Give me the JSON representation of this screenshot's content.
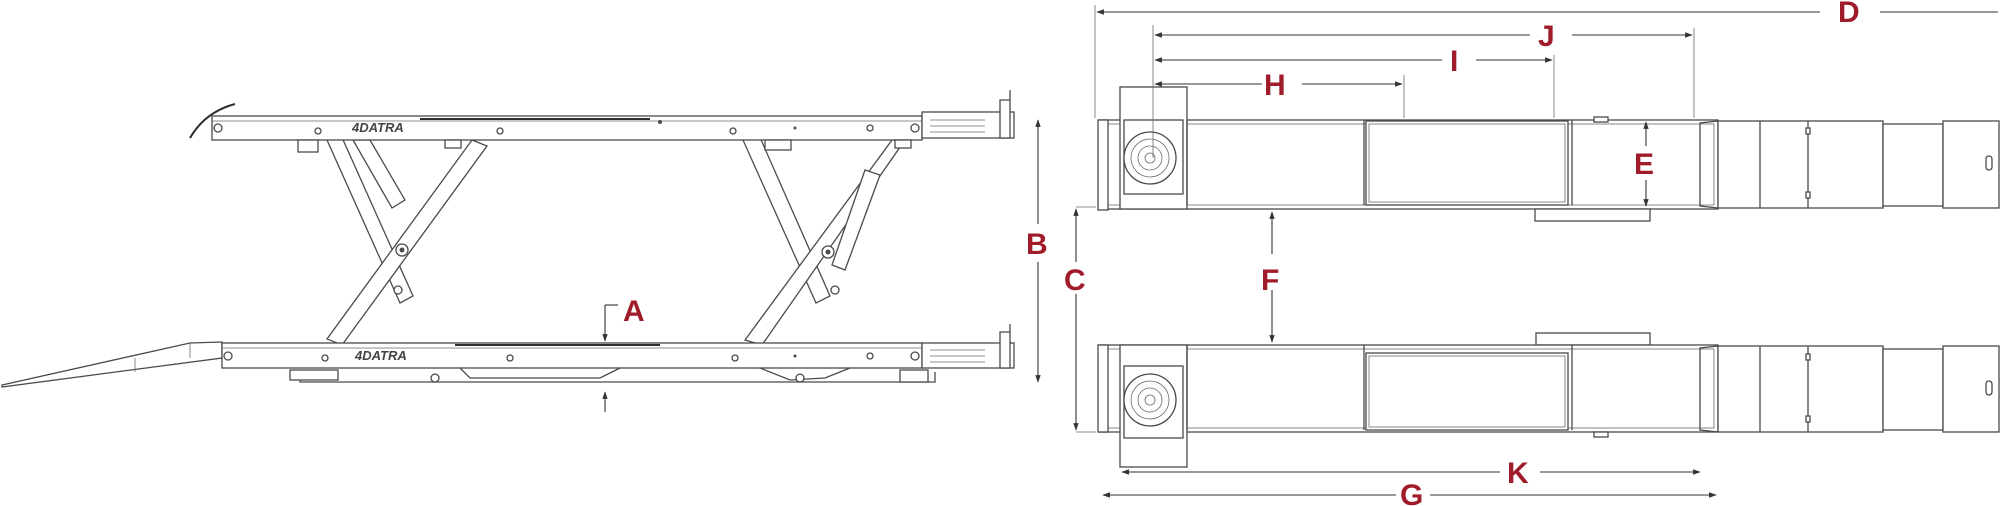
{
  "colors": {
    "label": "#a01c2a",
    "line": "#4a4a4a",
    "background": "#ffffff"
  },
  "brand": {
    "logo_text": "4DATRA"
  },
  "labels": {
    "A": "A",
    "B": "B",
    "C": "C",
    "D": "D",
    "E": "E",
    "F": "F",
    "G": "G",
    "H": "H",
    "I": "I",
    "J": "J",
    "K": "K"
  }
}
